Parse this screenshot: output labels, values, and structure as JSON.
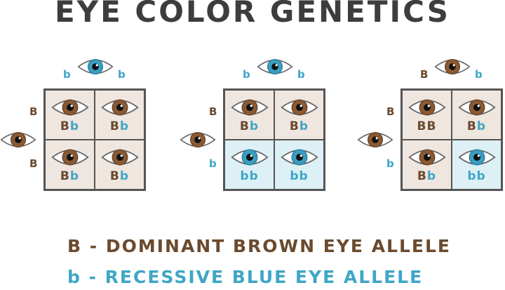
{
  "title": "EYE COLOR GENETICS",
  "colors": {
    "brown_text": "#6b4a2e",
    "blue_text": "#3fa6c6",
    "brown_cell": "#efe6df",
    "blue_cell": "#dcf0f6",
    "brown_iris": "#8a5a34",
    "blue_iris": "#3a9fc2",
    "title": "#3d3d3d"
  },
  "squares": [
    {
      "top_parent": {
        "eye": "blue",
        "alleles": [
          "b",
          "b"
        ]
      },
      "left_parent": {
        "eye": "brown",
        "alleles": [
          "B",
          "B"
        ]
      },
      "cells": [
        {
          "genotype": [
            "B",
            "b"
          ],
          "eye": "brown"
        },
        {
          "genotype": [
            "B",
            "b"
          ],
          "eye": "brown"
        },
        {
          "genotype": [
            "B",
            "b"
          ],
          "eye": "brown"
        },
        {
          "genotype": [
            "B",
            "b"
          ],
          "eye": "brown"
        }
      ]
    },
    {
      "top_parent": {
        "eye": "blue",
        "alleles": [
          "b",
          "b"
        ]
      },
      "left_parent": {
        "eye": "brown",
        "alleles": [
          "B",
          "b"
        ]
      },
      "cells": [
        {
          "genotype": [
            "B",
            "b"
          ],
          "eye": "brown"
        },
        {
          "genotype": [
            "B",
            "b"
          ],
          "eye": "brown"
        },
        {
          "genotype": [
            "b",
            "b"
          ],
          "eye": "blue"
        },
        {
          "genotype": [
            "b",
            "b"
          ],
          "eye": "blue"
        }
      ]
    },
    {
      "top_parent": {
        "eye": "brown",
        "alleles": [
          "B",
          "b"
        ]
      },
      "left_parent": {
        "eye": "brown",
        "alleles": [
          "B",
          "b"
        ]
      },
      "cells": [
        {
          "genotype": [
            "B",
            "B"
          ],
          "eye": "brown"
        },
        {
          "genotype": [
            "B",
            "b"
          ],
          "eye": "brown"
        },
        {
          "genotype": [
            "B",
            "b"
          ],
          "eye": "brown"
        },
        {
          "genotype": [
            "b",
            "b"
          ],
          "eye": "blue"
        }
      ]
    }
  ],
  "legend": {
    "dominant": "B - DOMINANT BROWN EYE ALLELE",
    "recessive": "b - RECESSIVE BLUE EYE ALLELE"
  }
}
